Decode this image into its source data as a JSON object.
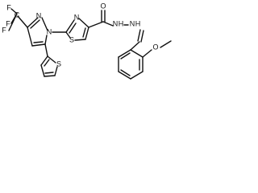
{
  "molecule": {
    "atom_labels": {
      "f_top": "F",
      "f_mid": "F",
      "f_left": "F",
      "c_cf3": "C",
      "n1_pyrazole": "N",
      "n2_pyrazole": "N",
      "thiophene_s": "S",
      "thiazole_s": "S",
      "thiazole_n": "N",
      "carbonyl_o": "O",
      "amide_n": "N",
      "amide_h": "H",
      "hydrazone_n": "N",
      "hydrazone_h": "H",
      "methoxy_o": "O"
    }
  }
}
